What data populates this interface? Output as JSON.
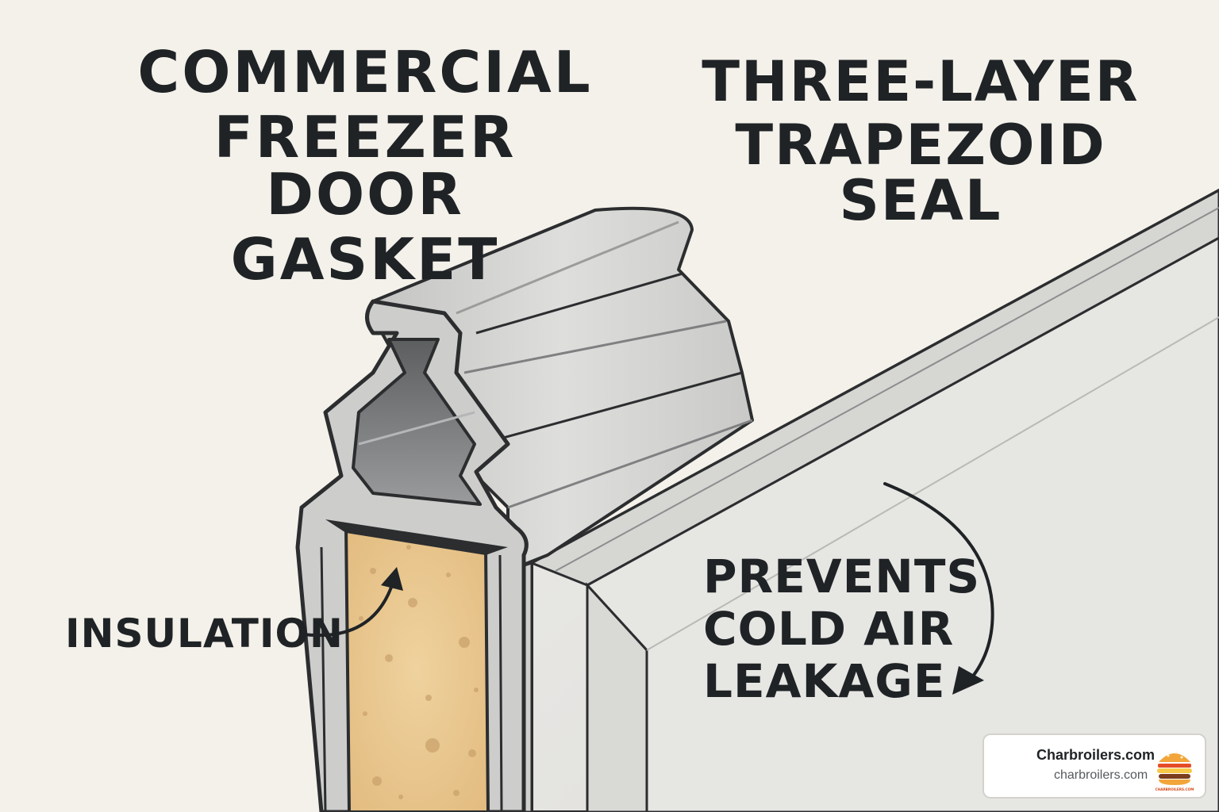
{
  "title_left": [
    "COMMERCIAL",
    "FREEZER DOOR",
    "GASKET"
  ],
  "title_right": [
    "THREE-LAYER",
    "TRAPEZOID SEAL"
  ],
  "labels": {
    "insulation": "INSULATION",
    "prevents": [
      "PREVENTS",
      "COLD AIR",
      "LEAKAGE"
    ]
  },
  "brand": {
    "name": "Charbroilers.com",
    "url": "charbroilers.com",
    "logo_text": "CHARBROILERS.COM"
  },
  "colors": {
    "background": "#f4f1ea",
    "gasket": "#d2d2d0",
    "door": "#e2e2df",
    "insulation": "#e8c58e",
    "ink": "#1f2326"
  }
}
